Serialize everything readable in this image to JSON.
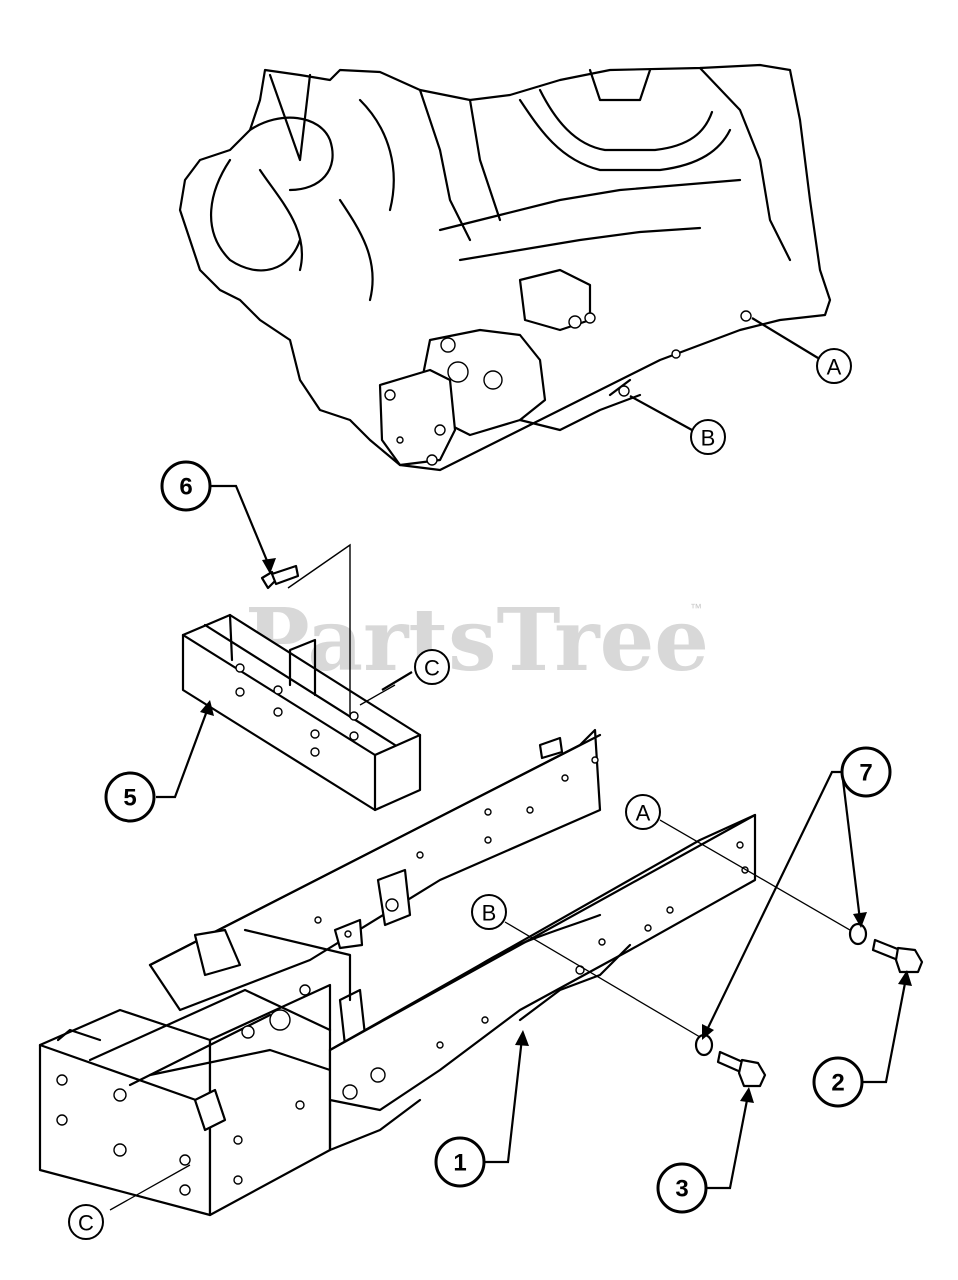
{
  "watermark": {
    "text": "PartsTree",
    "tm": "™"
  },
  "callouts": {
    "c1": "1",
    "c2": "2",
    "c3": "3",
    "c5": "5",
    "c6": "6",
    "c7": "7"
  },
  "refs": {
    "a_engine": "A",
    "b_engine": "B",
    "c_bracket": "C",
    "a_frame": "A",
    "b_frame": "B",
    "c_frame": "C"
  }
}
